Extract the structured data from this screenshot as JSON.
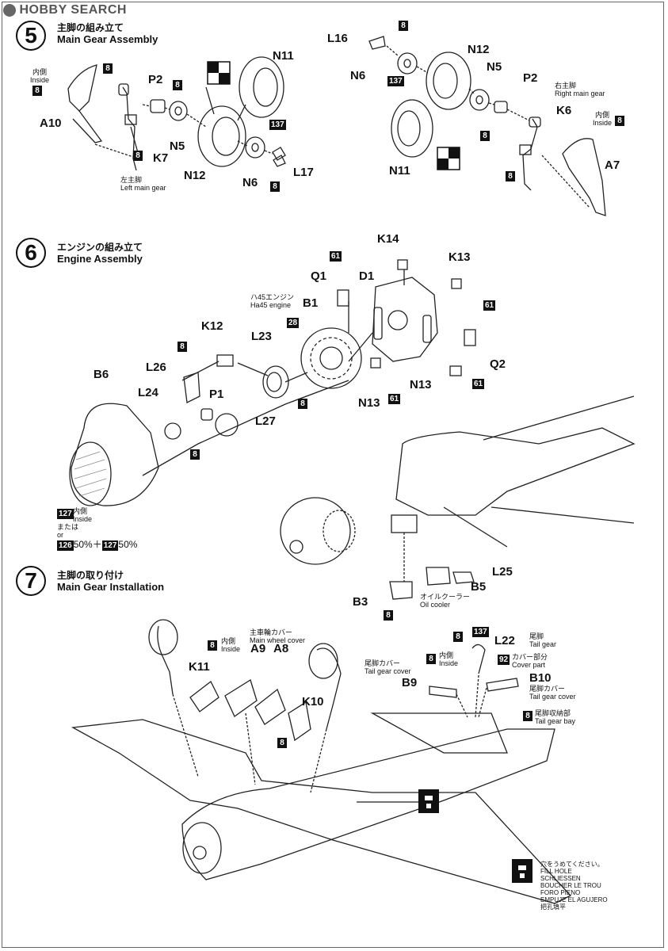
{
  "watermark": {
    "brand": "HOBBY SEARCH"
  },
  "steps": {
    "s5": {
      "num": "5",
      "jp": "主脚の組み立て",
      "en": "Main Gear Assembly"
    },
    "s6": {
      "num": "6",
      "jp": "エンジンの組み立て",
      "en": "Engine Assembly"
    },
    "s7": {
      "num": "7",
      "jp": "主脚の取り付け",
      "en": "Main Gear Installation"
    }
  },
  "colors": {
    "c8": "8",
    "c137": "137",
    "c61": "61",
    "c28": "28",
    "c127": "127",
    "c126": "126",
    "c92": "92"
  },
  "step5": {
    "inside_jp": "内側",
    "inside_en": "Inside",
    "left_jp": "左主脚",
    "left_en": "Left main gear",
    "right_jp": "右主脚",
    "right_en": "Right main gear",
    "parts": {
      "A10": "A10",
      "P2": "P2",
      "N11": "N11",
      "N5": "N5",
      "K7": "K7",
      "N12": "N12",
      "N6": "N6",
      "L17": "L17",
      "L16": "L16",
      "K6": "K6",
      "A7": "A7"
    }
  },
  "step6": {
    "engine_jp": "ハ45エンジン",
    "engine_en": "Ha45 engine",
    "parts": {
      "K14": "K14",
      "K13": "K13",
      "Q1": "Q1",
      "D1": "D1",
      "B1": "B1",
      "K12": "K12",
      "L23": "L23",
      "L26": "L26",
      "B6": "B6",
      "L24": "L24",
      "P1": "P1",
      "L27": "L27",
      "Q2": "Q2",
      "N13": "N13"
    },
    "inside_jp": "内側",
    "inside_en": "Inside",
    "or_jp": "または",
    "or_en": "or",
    "mix_a": "50%",
    "plus": "＋",
    "mix_b": "50%",
    "oil_jp": "オイルクーラー",
    "oil_en": "Oil cooler",
    "parts2": {
      "L25": "L25",
      "B5": "B5",
      "B3": "B3"
    }
  },
  "step7": {
    "cover_jp": "主車輪カバー",
    "cover_en": "Main wheel cover",
    "inside_jp": "内側",
    "inside_en": "Inside",
    "tail_gear_jp": "尾脚",
    "tail_gear_en": "Tail gear",
    "cover_part_jp": "カバー部分",
    "cover_part_en": "Cover part",
    "tail_cover_jp": "尾脚カバー",
    "tail_cover_en": "Tail gear cover",
    "tail_bay_jp": "尾脚収納部",
    "tail_bay_en": "Tail gear bay",
    "parts": {
      "K11": "K11",
      "A9": "A9",
      "A8": "A8",
      "K10": "K10",
      "L22": "L22",
      "B9": "B9",
      "B10": "B10"
    }
  },
  "legend": {
    "l1": "穴をうめてください。",
    "l2": "FILL HOLE",
    "l3": "SCHLIESSEN",
    "l4": "BOUCHER LE TROU",
    "l5": "FORO PIENO",
    "l6": "EMPUJE EL AGUJERO",
    "l7": "把孔填平"
  }
}
